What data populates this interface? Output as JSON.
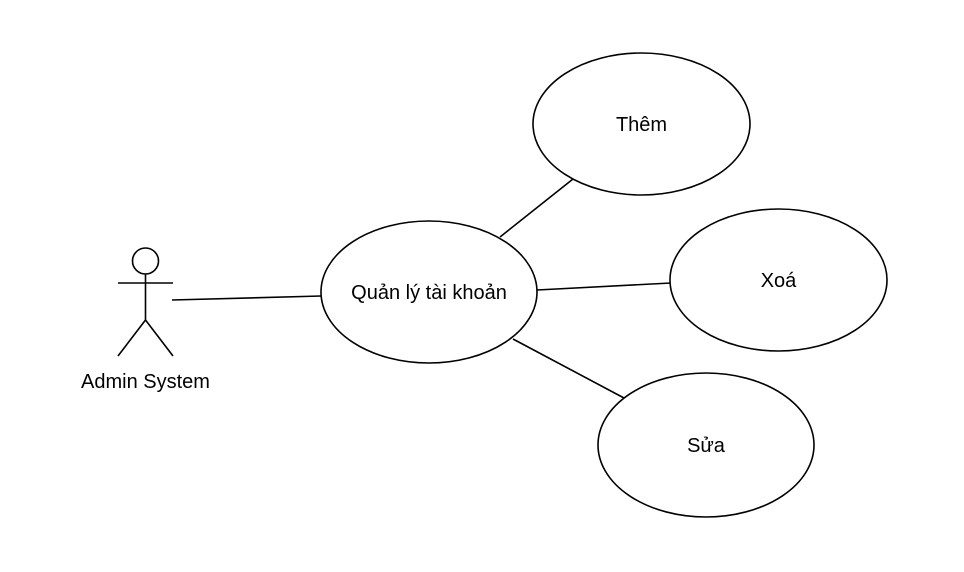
{
  "diagram": {
    "type": "use-case",
    "actor": {
      "label": "Admin System",
      "icon": "stick-figure-icon"
    },
    "main_use_case": {
      "label": "Quản lý tài khoản"
    },
    "sub_use_cases": [
      {
        "label": "Thêm"
      },
      {
        "label": "Xoá"
      },
      {
        "label": "Sửa"
      }
    ],
    "colors": {
      "stroke": "#000000",
      "fill": "#ffffff",
      "text": "#000000"
    }
  }
}
